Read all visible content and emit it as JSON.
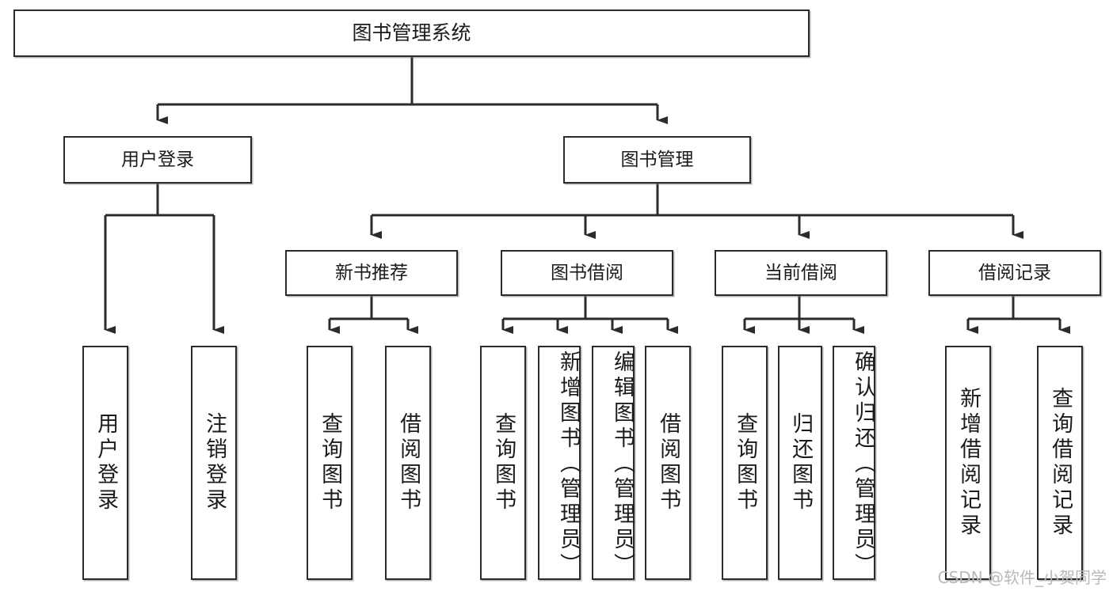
{
  "diagram": {
    "title": "图书管理系统",
    "watermark": "CSDN @软件_小贺同学",
    "colors": {
      "stroke": "#2b2b2b",
      "fill": "#ffffff",
      "shadow": "#787878",
      "watermark": "#b9b9b9"
    },
    "root": {
      "label": "图书管理系统"
    },
    "level2": [
      {
        "label": "用户登录"
      },
      {
        "label": "图书管理"
      }
    ],
    "level3": [
      {
        "label": "新书推荐"
      },
      {
        "label": "图书借阅"
      },
      {
        "label": "当前借阅"
      },
      {
        "label": "借阅记录"
      }
    ],
    "leaves": {
      "user_login": [
        {
          "label": "用户登录"
        },
        {
          "label": "注销登录"
        }
      ],
      "new_book": [
        {
          "label": "查询图书"
        },
        {
          "label": "借阅图书"
        }
      ],
      "book_borrow": [
        {
          "label": "查询图书"
        },
        {
          "label": "新增图书（管理员）"
        },
        {
          "label": "编辑图书（管理员）"
        },
        {
          "label": "借阅图书"
        }
      ],
      "current_borrow": [
        {
          "label": "查询图书"
        },
        {
          "label": "归还图书"
        },
        {
          "label": "确认归还（管理员）"
        }
      ],
      "borrow_record": [
        {
          "label": "新增借阅记录"
        },
        {
          "label": "查询借阅记录"
        }
      ]
    }
  }
}
